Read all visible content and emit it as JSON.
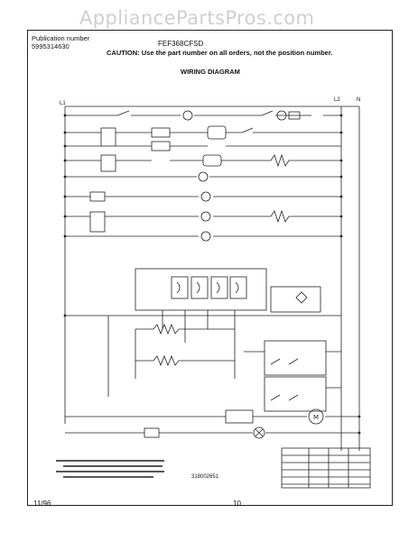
{
  "watermark": "AppliancePartsPros.com",
  "header": {
    "publication_label": "Publication number",
    "publication_number": "5995314630",
    "model": "FEF368CFSD",
    "caution": "CAUTION:  Use the part number on all orders, not the position number."
  },
  "diagram": {
    "title": "WIRING DIAGRAM",
    "rail_labels": {
      "l1": "L1",
      "l2": "L2",
      "n": "N"
    },
    "part_number": "318002651"
  },
  "footer": {
    "date": "11/96",
    "page": "10"
  }
}
